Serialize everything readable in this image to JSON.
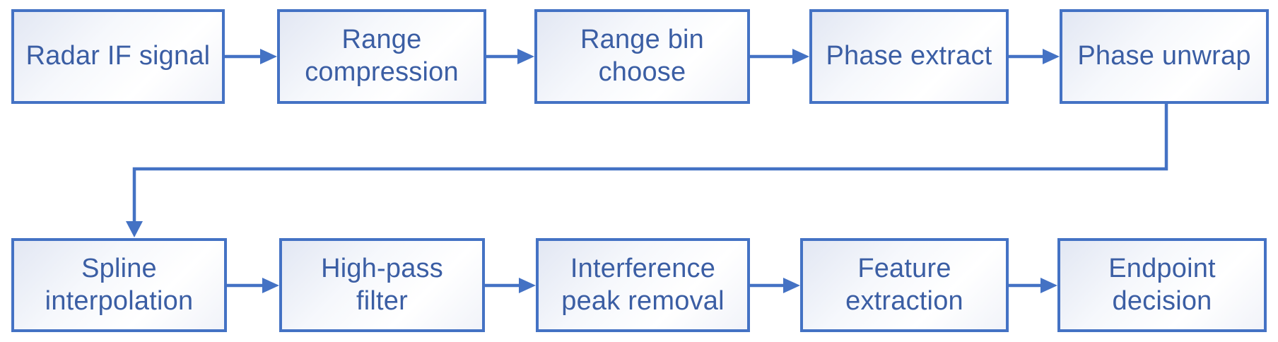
{
  "diagram": {
    "type": "flowchart",
    "colors": {
      "node_border": "#4472C4",
      "node_text": "#3B5EA4",
      "arrow": "#4472C4",
      "node_fill_top": "#E2E7F3",
      "node_fill_bottom": "#FFFFFF",
      "page_background": "#FFFFFF"
    },
    "nodes": [
      {
        "id": "radar-if-signal",
        "label": "Radar IF signal",
        "row": 1
      },
      {
        "id": "range-compression",
        "label": "Range\ncompression",
        "row": 1
      },
      {
        "id": "range-bin-choose",
        "label": "Range bin\nchoose",
        "row": 1
      },
      {
        "id": "phase-extract",
        "label": "Phase extract",
        "row": 1
      },
      {
        "id": "phase-unwrap",
        "label": "Phase unwrap",
        "row": 1
      },
      {
        "id": "spline-interpolation",
        "label": "Spline\ninterpolation",
        "row": 2
      },
      {
        "id": "high-pass-filter",
        "label": "High-pass\nfilter",
        "row": 2
      },
      {
        "id": "interference-peak-removal",
        "label": "Interference\npeak removal",
        "row": 2
      },
      {
        "id": "feature-extraction",
        "label": "Feature\nextraction",
        "row": 2
      },
      {
        "id": "endpoint-decision",
        "label": "Endpoint\ndecision",
        "row": 2
      }
    ],
    "edges": [
      {
        "from": "radar-if-signal",
        "to": "range-compression",
        "style": "straight-arrow"
      },
      {
        "from": "range-compression",
        "to": "range-bin-choose",
        "style": "straight-arrow"
      },
      {
        "from": "range-bin-choose",
        "to": "phase-extract",
        "style": "straight-arrow"
      },
      {
        "from": "phase-extract",
        "to": "phase-unwrap",
        "style": "straight-arrow"
      },
      {
        "from": "phase-unwrap",
        "to": "spline-interpolation",
        "style": "elbow-arrow"
      },
      {
        "from": "spline-interpolation",
        "to": "high-pass-filter",
        "style": "straight-arrow"
      },
      {
        "from": "high-pass-filter",
        "to": "interference-peak-removal",
        "style": "straight-arrow"
      },
      {
        "from": "interference-peak-removal",
        "to": "feature-extraction",
        "style": "straight-arrow"
      },
      {
        "from": "feature-extraction",
        "to": "endpoint-decision",
        "style": "straight-arrow"
      }
    ]
  }
}
